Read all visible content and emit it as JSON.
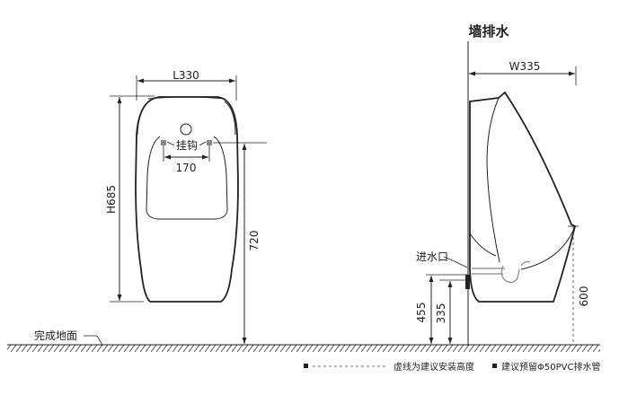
{
  "title": "墙排水",
  "front_view": {
    "width_label": "L330",
    "height_label": "H685",
    "hook_label": "挂钩",
    "hook_spacing_label": "170",
    "mount_height_label": "720"
  },
  "side_view": {
    "depth_label": "W335",
    "inlet_label": "进水口",
    "inlet_height_label": "455",
    "drain_height_label": "335",
    "rim_height_label": "600"
  },
  "floor_label": "完成地面",
  "legend": {
    "dashed_text": "虚线为建议安装高度",
    "pipe_text": "建议预留Φ50PVC排水管"
  },
  "colors": {
    "line": "#222222",
    "accent_grey": "#888888"
  }
}
